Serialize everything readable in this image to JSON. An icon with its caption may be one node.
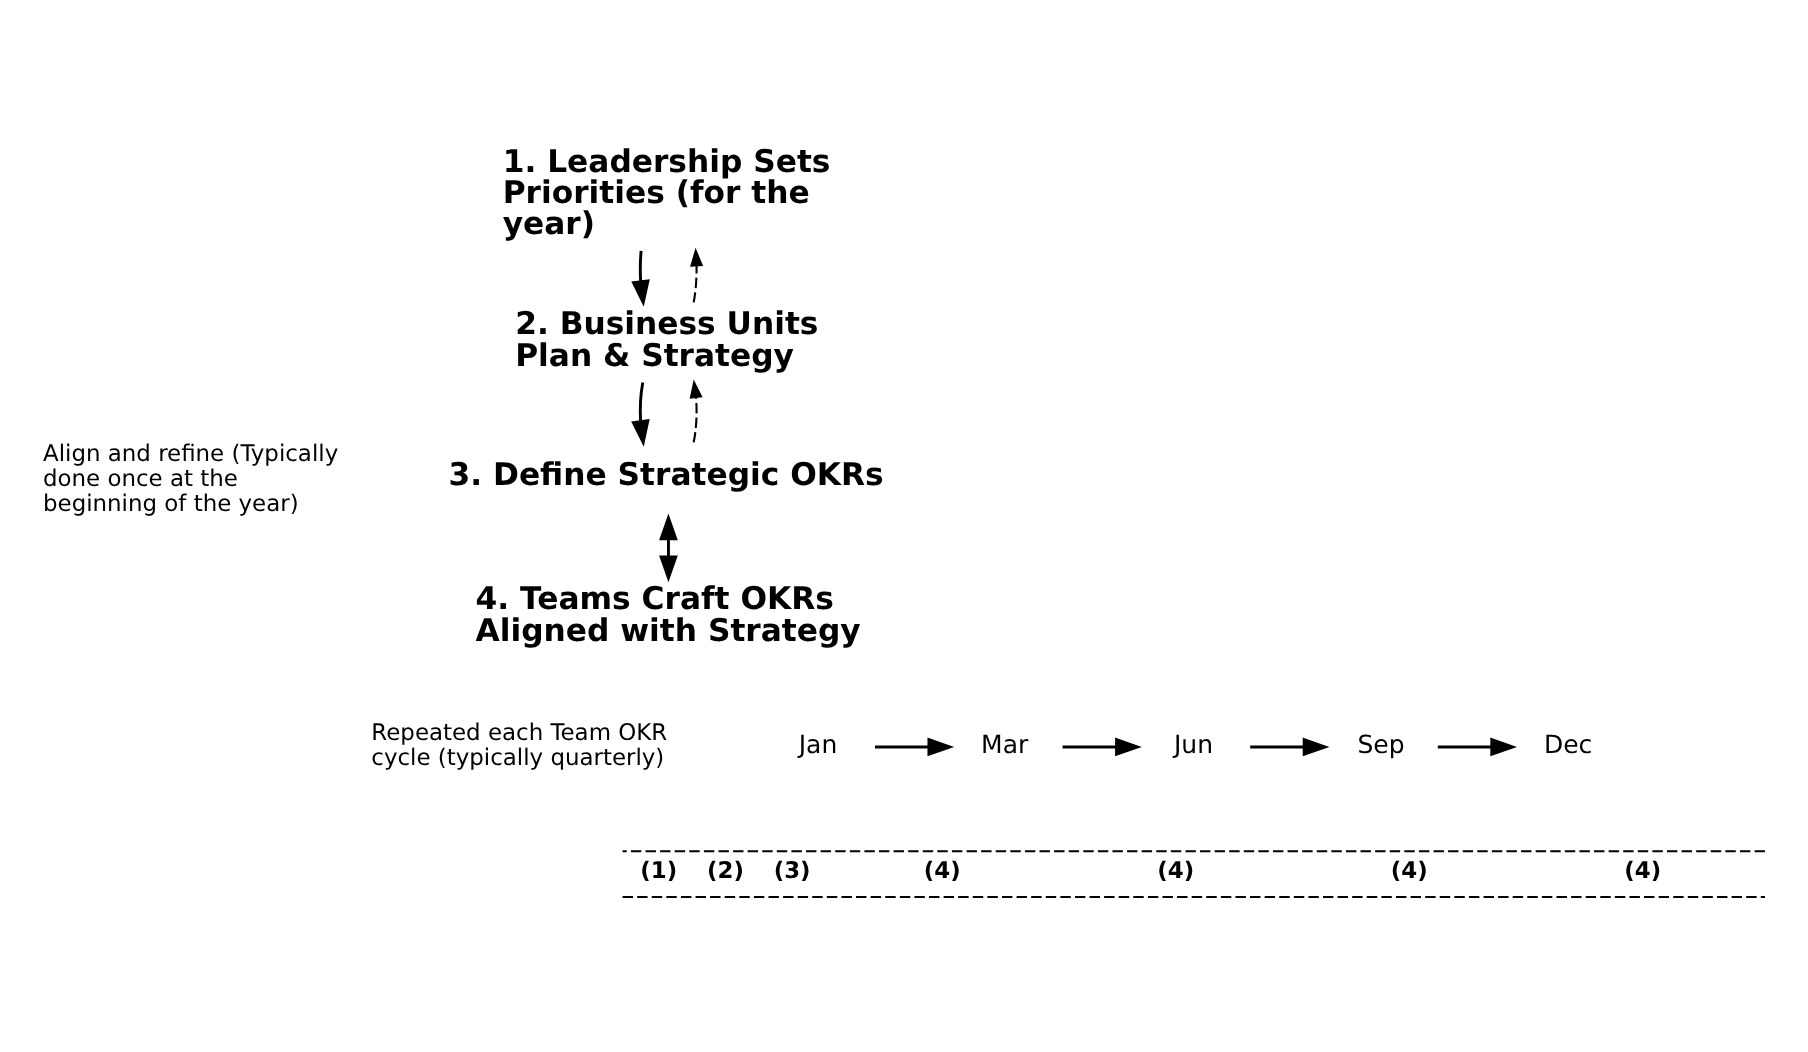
{
  "diagram": {
    "nodes": [
      {
        "text": [
          "1. Leadership Sets Priorities (for the year)"
        ]
      },
      {
        "text": [
          "2. Business Units Plan & Strategy"
        ]
      },
      {
        "text": [
          "3. Define Strategic OKRs"
        ]
      },
      {
        "text": [
          "4. Teams Craft OKRs Aligned with Strategy"
        ],
        "beside": [
          "Repeated each Team OKR cycle (typically quarterly)"
        ]
      },
      {
        "text": [
          "Jan"
        ]
      },
      {
        "text": [
          "Mar"
        ]
      },
      {
        "text": [
          "Jun"
        ]
      },
      {
        "text": [
          "Sep"
        ]
      },
      {
        "text": [
          "Dec"
        ]
      }
    ],
    "edges": [
      {
        "from": 0,
        "to": 1,
        "arrow": "to"
      },
      {
        "from": 1,
        "to": 2,
        "arrow": "to"
      },
      {
        "from": 1,
        "to": 0,
        "arrow": "to",
        "style": "dashed"
      },
      {
        "from": 2,
        "to": 1,
        "arrow": "to",
        "style": "dashed"
      },
      {
        "from": 2,
        "to": 3,
        "arrow": "both"
      },
      {
        "from": 4,
        "to": 5,
        "arrow": "to"
      },
      {
        "from": 5,
        "to": 6,
        "arrow": "to"
      },
      {
        "from": 6,
        "to": 7,
        "arrow": "to"
      },
      {
        "from": 7,
        "to": 8,
        "arrow": "to"
      }
    ],
    "labels": [
      "Align and refine (Typically done once at the beginning of the year)",
      "(1)",
      "(2)",
      "(3)",
      "(4)",
      "(4)",
      "(4)",
      "(4)"
    ]
  }
}
